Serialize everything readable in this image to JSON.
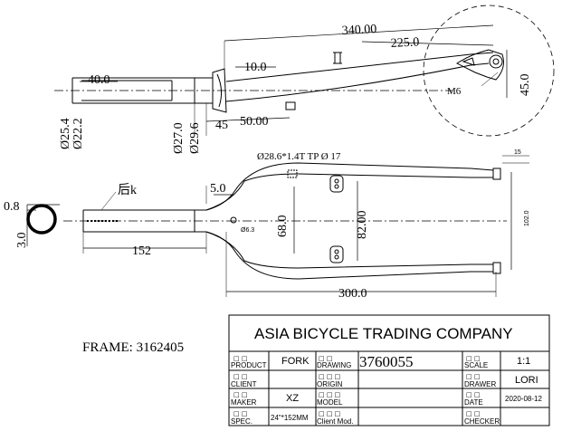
{
  "frame": {
    "label": "FRAME: 3162405"
  },
  "title_block": {
    "company": "ASIA BICYCLE TRADING COMPANY",
    "product_label": "PRODUCT",
    "product_value": "FORK",
    "drawing_label": "DRAWING",
    "drawing_value": "3760055",
    "scale_label": "SCALE",
    "scale_value": "1:1",
    "client_label": "CLIENT",
    "origin_label": "ORIGIN",
    "drawer_label": "DRAWER",
    "drawer_value": "LORI",
    "maker_label": "MAKER",
    "maker_value": "XZ",
    "model_label": "MODEL",
    "date_label": "DATE",
    "date_value": "2020-08-12",
    "spec_label": "SPEC.",
    "spec_value": "24\"*152MM",
    "client_mod_label": "Client Mod.",
    "checker_label": "CHECKER"
  },
  "side_view": {
    "dim_340": "340.00",
    "dim_225": "225.0",
    "dim_10": "10.0",
    "dim_40": "40.0",
    "dim_45": "45",
    "dim_50": "50.00",
    "dim_d254": "Ø25.4",
    "dim_d222": "Ø22.2",
    "dim_d270": "Ø27.0",
    "dim_d296": "Ø29.6",
    "dim_45v": "45.0",
    "m6": "M6"
  },
  "front_view": {
    "tube_spec": "Ø28.6*1.4T TP Ø 17",
    "dim_5": "5.0",
    "dim_68": "68.0",
    "dim_82": "82.00",
    "dim_102": "102.0",
    "dim_300": "300.0",
    "dim_152": "152",
    "dim_63": "Ø6.3",
    "dim_15": "15",
    "note": "后k"
  },
  "section_view": {
    "dim_08": "0.8",
    "dim_30": "3.0"
  }
}
